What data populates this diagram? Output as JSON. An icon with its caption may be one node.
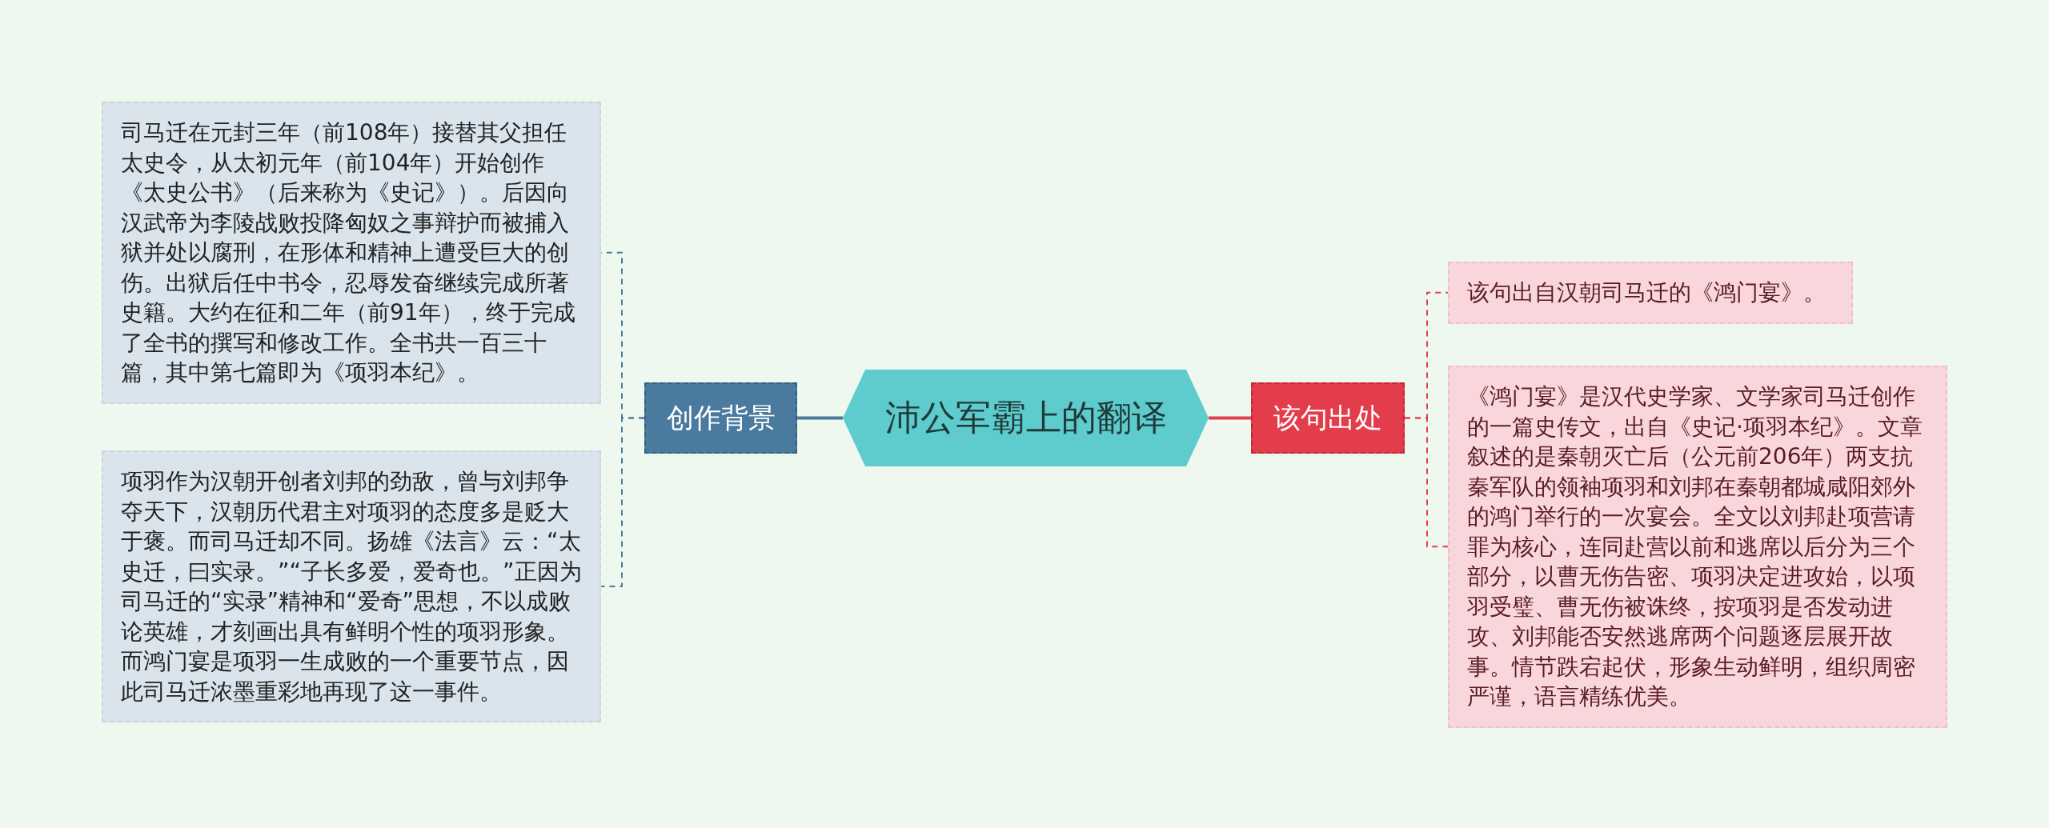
{
  "diagram": {
    "nodes": [
      {
        "text": [
          "沛公军霸上的翻译"
        ]
      },
      {
        "text": [
          "创作背景"
        ]
      },
      {
        "text": [
          "司马迁在元封三年（前108年）接替其父担任太史令，从太初元年（前104年）开始创作《太史公书》（后来称为《史记》）。后因向汉武帝为李陵战败投降匈奴之事辩护而被捕入狱并处以腐刑，在形体和精神上遭受巨大的创伤。出狱后任中书令，忍辱发奋继续完成所著史籍。大约在征和二年（前91年），终于完成了全书的撰写和修改工作。全书共一百三十篇，其中第七篇即为《项羽本纪》。"
        ]
      },
      {
        "text": [
          "项羽作为汉朝开创者刘邦的劲敌，曾与刘邦争夺天下，汉朝历代君主对项羽的态度多是贬大于褒。而司马迁却不同。扬雄《法言》云：“太史迁，曰实录。”“子长多爱，爱奇也。”正因为司马迁的“实录”精神和“爱奇”思想，不以成败论英雄，才刻画出具有鲜明个性的项羽形象。而鸿门宴是项羽一生成败的一个重要节点，因此司马迁浓墨重彩地再现了这一事件。"
        ]
      },
      {
        "text": [
          "该句出处"
        ]
      },
      {
        "text": [
          "该句出自汉朝司马迁的《鸿门宴》。"
        ]
      },
      {
        "text": [
          "《鸿门宴》是汉代史学家、文学家司马迁创作的一篇史传文，出自《史记·项羽本纪》。文章叙述的是秦朝灭亡后（公元前206年）两支抗秦军队的领袖项羽和刘邦在秦朝都城咸阳郊外的鸿门举行的一次宴会。全文以刘邦赴项营请罪为核心，连同赴营以前和逃席以后分为三个部分，以曹无伤告密、项羽决定进攻始，以项羽受璧、曹无伤被诛终，按项羽是否发动进攻、刘邦能否安然逃席两个问题逐层展开故事。情节跌宕起伏，形象生动鲜明，组织周密严谨，语言精练优美。"
        ]
      }
    ],
    "edges": [
      {
        "from": 0,
        "to": 1,
        "arrow": "none",
        "color": "#4a7a9e"
      },
      {
        "from": 1,
        "to": 2,
        "arrow": "none",
        "style": "dashed",
        "color": "#4a7a9e"
      },
      {
        "from": 1,
        "to": 3,
        "arrow": "none",
        "style": "dashed",
        "color": "#4a7a9e"
      },
      {
        "from": 0,
        "to": 4,
        "arrow": "none",
        "color": "#e0404e"
      },
      {
        "from": 4,
        "to": 5,
        "arrow": "none",
        "style": "dashed",
        "color": "#e0404e"
      },
      {
        "from": 4,
        "to": 6,
        "arrow": "none",
        "style": "dashed",
        "color": "#e0404e"
      }
    ]
  }
}
